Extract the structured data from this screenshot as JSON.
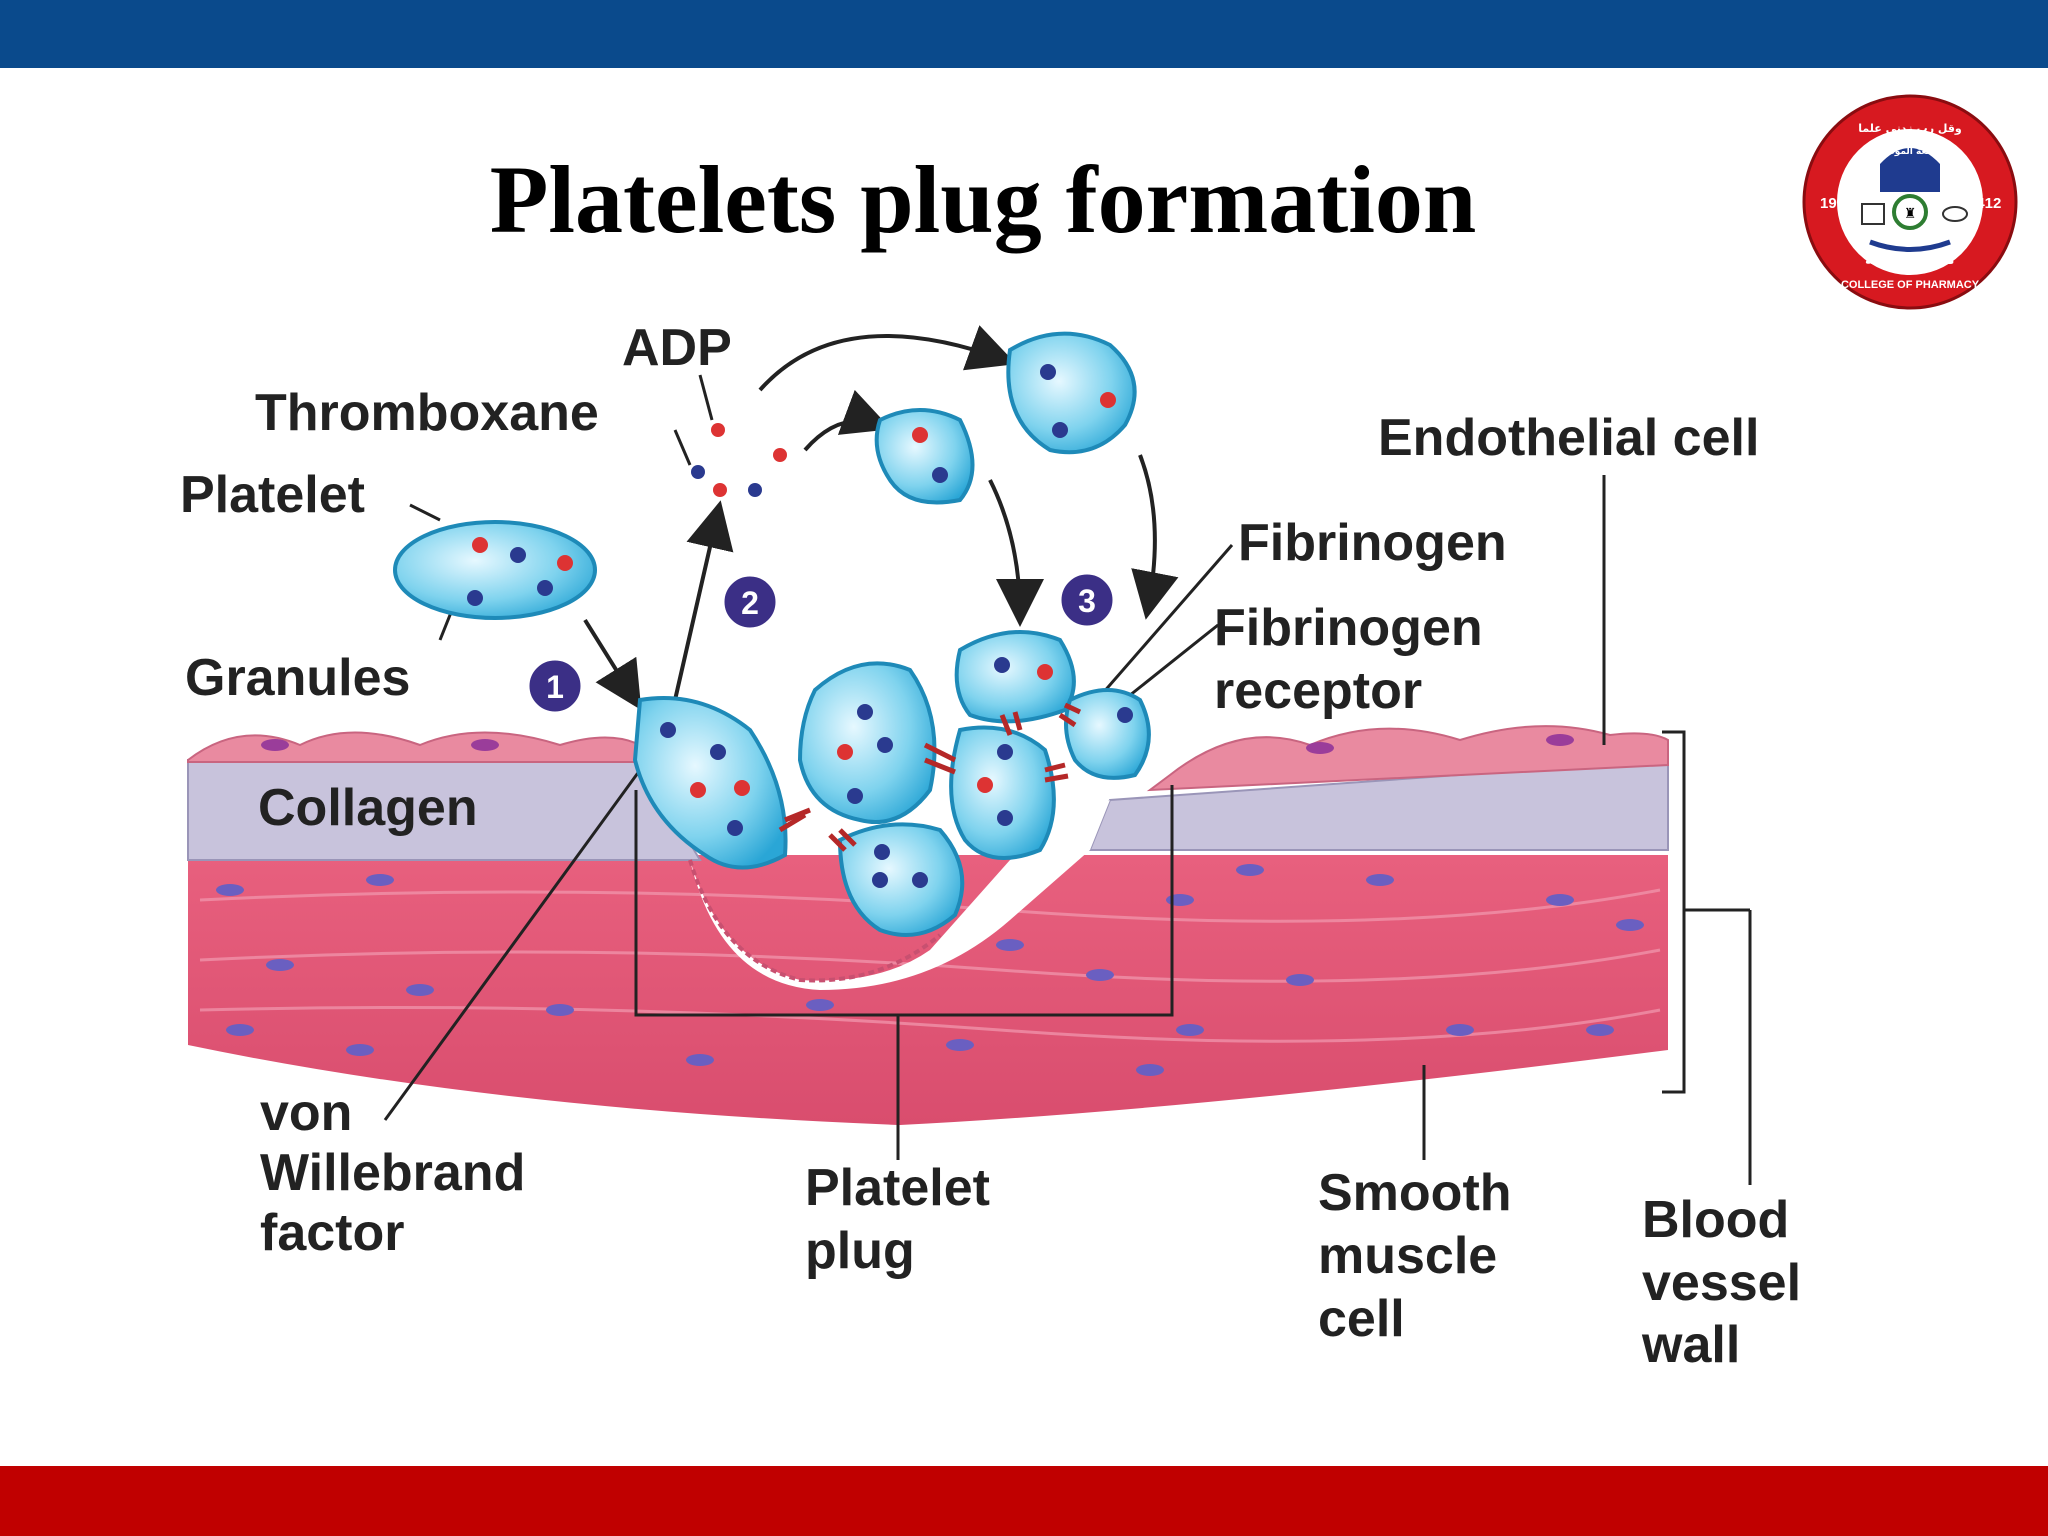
{
  "slide": {
    "title": "Platelets plug formation",
    "colors": {
      "top_bar": "#0a4a8c",
      "bottom_bar": "#c00000"
    }
  },
  "logo": {
    "text_top": "وقل رب زدني علما",
    "text_inner": "جامعة الموصل",
    "year_left": "1992",
    "year_right": "1412",
    "arabic_name": "كلية الصيدلة",
    "english_name": "COLLEGE OF PHARMACY"
  },
  "diagram": {
    "labels": {
      "adp": "ADP",
      "thromboxane": "Thromboxane",
      "platelet": "Platelet",
      "granules": "Granules",
      "collagen": "Collagen",
      "endothelial_cell": "Endothelial cell",
      "fibrinogen": "Fibrinogen",
      "fibrinogen_receptor_1": "Fibrinogen",
      "fibrinogen_receptor_2": "receptor",
      "vwf_1": "von",
      "vwf_2": "Willebrand",
      "vwf_3": "factor",
      "plug_1": "Platelet",
      "plug_2": "plug",
      "smc_1": "Smooth",
      "smc_2": "muscle",
      "smc_3": "cell",
      "bvw_1": "Blood",
      "bvw_2": "vessel",
      "bvw_3": "wall"
    },
    "steps": [
      "1",
      "2",
      "3"
    ]
  }
}
